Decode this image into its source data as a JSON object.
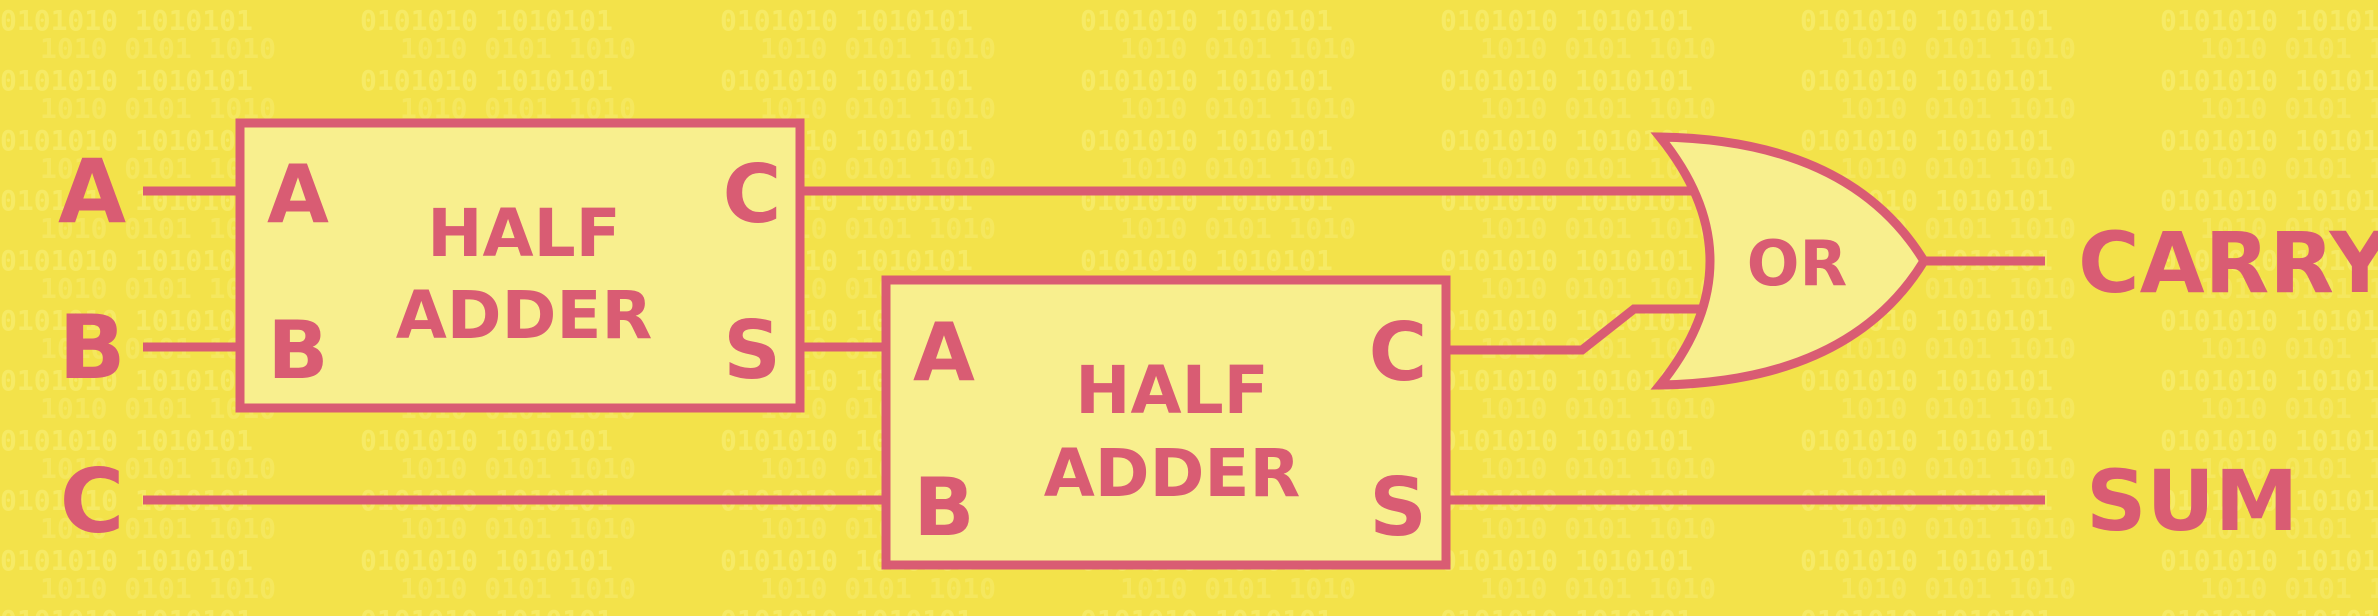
{
  "colors": {
    "background": "#f3e24a",
    "box_fill": "#f8ef8e",
    "stroke": "#d95c73",
    "text": "#d95c73"
  },
  "inputs": {
    "a": "A",
    "b": "B",
    "c": "C"
  },
  "half_adder_1": {
    "title_line1": "HALF",
    "title_line2": "ADDER",
    "port_a": "A",
    "port_b": "B",
    "port_c": "C",
    "port_s": "S"
  },
  "half_adder_2": {
    "title_line1": "HALF",
    "title_line2": "ADDER",
    "port_a": "A",
    "port_b": "B",
    "port_c": "C",
    "port_s": "S"
  },
  "or_gate": {
    "label": "OR"
  },
  "outputs": {
    "carry": "CARRY",
    "sum": "SUM"
  }
}
